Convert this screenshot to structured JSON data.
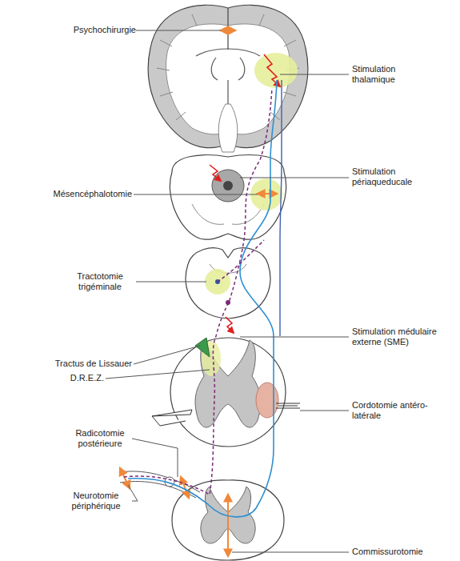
{
  "diagram": {
    "labels": [
      "Psychochirurgie",
      "Stimulation thalamique",
      "Stimulation périaqueducale",
      "Mésencéphalotomie",
      "Tractotomie trigéminale",
      "Stimulation médulaire externe (SME)",
      "Tractus de Lissauer",
      "D.R.E.Z.",
      "Cordotomie antéro-latérale",
      "Radicotomie postérieure",
      "Neurotomie périphérique",
      "Commissurotomie"
    ]
  }
}
